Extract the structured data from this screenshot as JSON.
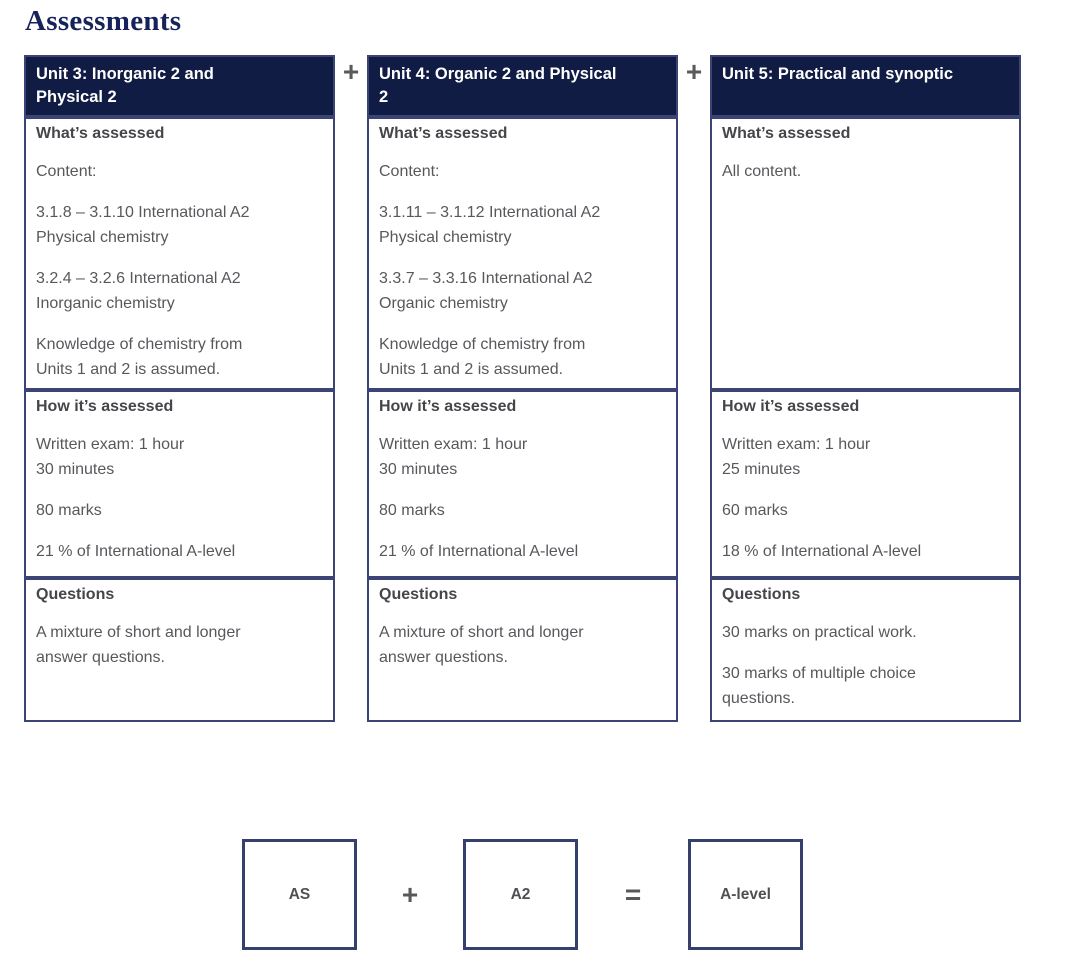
{
  "page": {
    "title": "Assessments"
  },
  "colors": {
    "header_bg": "#111c44",
    "card_border": "#3c4476",
    "title_text": "#15235a",
    "heading_text": "#45464a",
    "body_text": "#57585c",
    "header_text": "#ffffff",
    "operator_text": "#595a5c"
  },
  "cards": [
    {
      "title": "Unit 3: Inorganic 2 and\nPhysical 2",
      "sections": [
        {
          "heading": "What’s assessed",
          "paragraphs": [
            "Content:",
            "3.1.8 – 3.1.10 International A2\nPhysical chemistry",
            "3.2.4 – 3.2.6 International A2\nInorganic chemistry",
            "Knowledge of chemistry from\nUnits 1 and 2 is assumed."
          ]
        },
        {
          "heading": "How it’s assessed",
          "paragraphs": [
            "Written exam: 1 hour\n30 minutes",
            "80 marks",
            "21 % of International A-level"
          ]
        },
        {
          "heading": "Questions",
          "paragraphs": [
            "A mixture of short and longer\nanswer questions."
          ]
        }
      ]
    },
    {
      "title": "Unit 4: Organic 2 and Physical\n2",
      "sections": [
        {
          "heading": "What’s assessed",
          "paragraphs": [
            "Content:",
            "3.1.11 – 3.1.12 International A2\nPhysical chemistry",
            "3.3.7 – 3.3.16 International A2\nOrganic chemistry",
            "Knowledge of chemistry from\nUnits 1 and 2 is assumed."
          ]
        },
        {
          "heading": "How it’s assessed",
          "paragraphs": [
            "Written exam: 1 hour\n30 minutes",
            "80 marks",
            "21 % of International A-level"
          ]
        },
        {
          "heading": "Questions",
          "paragraphs": [
            "A mixture of short and longer\nanswer questions."
          ]
        }
      ]
    },
    {
      "title": "Unit 5: Practical and synoptic",
      "sections": [
        {
          "heading": "What’s assessed",
          "paragraphs": [
            "All content."
          ]
        },
        {
          "heading": "How it’s assessed",
          "paragraphs": [
            "Written exam: 1 hour\n25 minutes",
            "60 marks",
            "18 % of International A-level"
          ]
        },
        {
          "heading": "Questions",
          "paragraphs": [
            "30 marks on practical work.",
            "30 marks of multiple choice\nquestions."
          ]
        }
      ]
    }
  ],
  "formula": {
    "plus": "+",
    "equals": "=",
    "boxes": [
      "AS",
      "A2",
      "A-level"
    ]
  }
}
